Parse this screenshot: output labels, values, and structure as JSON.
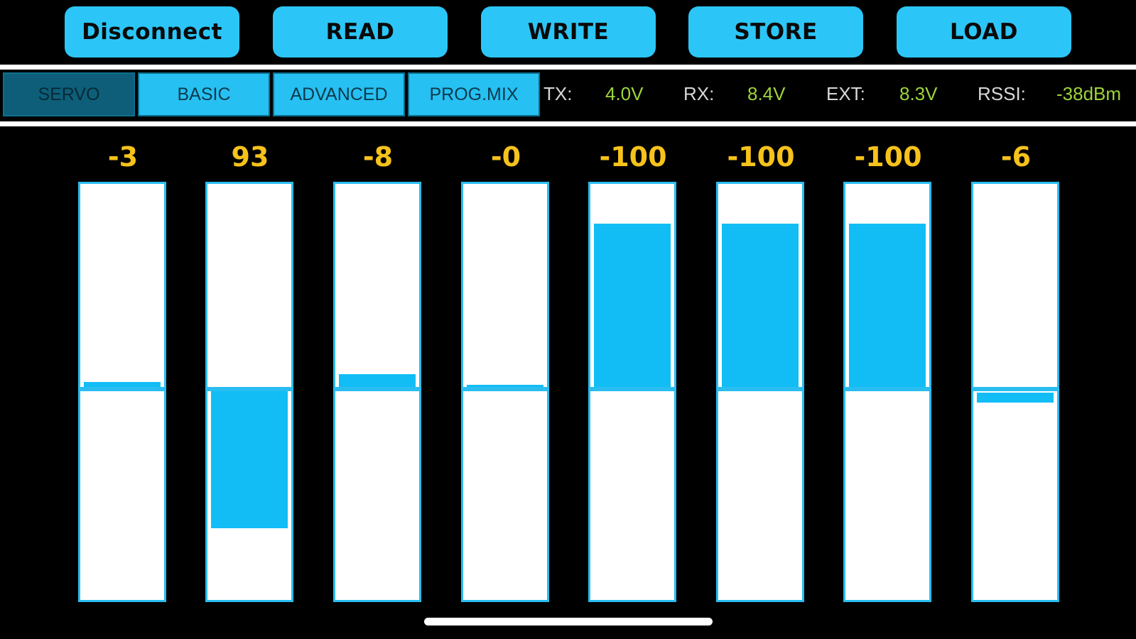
{
  "toolbar": {
    "buttons": [
      {
        "label": "Disconnect"
      },
      {
        "label": "READ"
      },
      {
        "label": "WRITE"
      },
      {
        "label": "STORE"
      },
      {
        "label": "LOAD"
      }
    ]
  },
  "tabs": [
    {
      "label": "SERVO",
      "active": true
    },
    {
      "label": "BASIC",
      "active": false
    },
    {
      "label": "ADVANCED",
      "active": false
    },
    {
      "label": "PROG.MIX",
      "active": false
    }
  ],
  "status": {
    "tx_label": "TX:",
    "tx_value": "4.0V",
    "rx_label": "RX:",
    "rx_value": "8.4V",
    "ext_label": "EXT:",
    "ext_value": "8.3V",
    "rssi_label": "RSSI:",
    "rssi_value": "-38dBm"
  },
  "channels": [
    {
      "value": "-3",
      "level": -3
    },
    {
      "value": "93",
      "level": 93
    },
    {
      "value": "-8",
      "level": -8
    },
    {
      "value": "-0",
      "level": 0
    },
    {
      "value": "-100",
      "level": -100
    },
    {
      "value": "-100",
      "level": -100
    },
    {
      "value": "-100",
      "level": -100
    },
    {
      "value": "-6",
      "level": -6
    }
  ],
  "colors": {
    "accent": "#2bc6f7",
    "value_yellow": "#f6c21b",
    "status_green": "#9cd53a",
    "background": "#000000"
  }
}
